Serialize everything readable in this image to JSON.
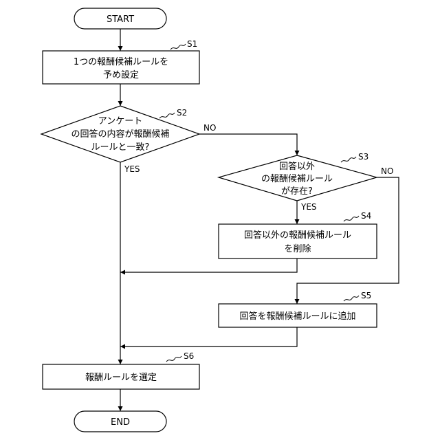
{
  "start": {
    "label": "START"
  },
  "end": {
    "label": "END"
  },
  "s1": {
    "step": "S1",
    "line1": "1つの報酬候補ルールを",
    "line2": "予め設定"
  },
  "s2": {
    "step": "S2",
    "line1": "アンケート",
    "line2": "の回答の内容が報酬候補",
    "line3": "ルールと一致?",
    "yes": "YES",
    "no": "NO"
  },
  "s3": {
    "step": "S3",
    "line1": "回答以外",
    "line2": "の報酬候補ルール",
    "line3": "が存在?",
    "yes": "YES",
    "no": "NO"
  },
  "s4": {
    "step": "S4",
    "line1": "回答以外の報酬候補ルール",
    "line2": "を削除"
  },
  "s5": {
    "step": "S5",
    "line1": "回答を報酬候補ルールに追加"
  },
  "s6": {
    "step": "S6",
    "line1": "報酬ルールを選定"
  }
}
